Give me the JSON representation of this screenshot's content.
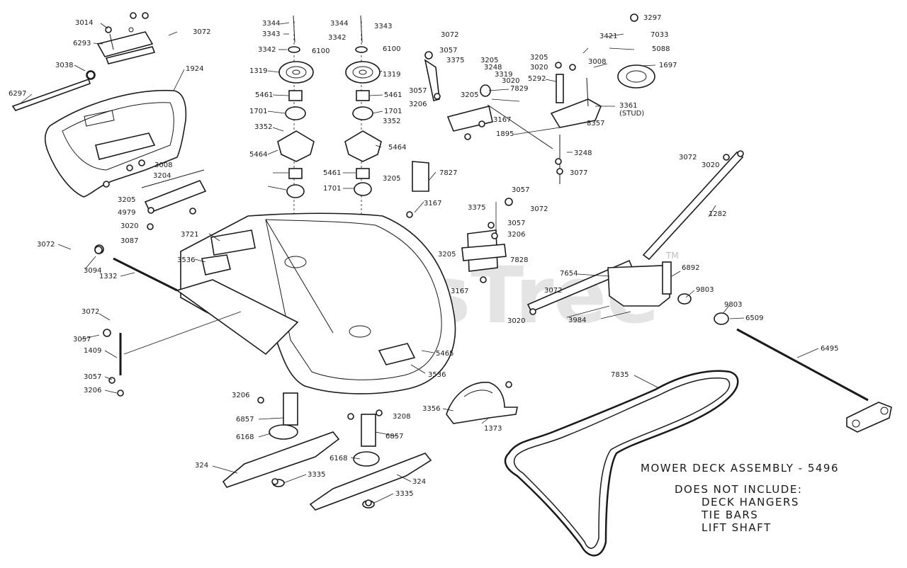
{
  "watermark": {
    "text": "PartsTree",
    "tm": "TM"
  },
  "title": "MOWER DECK ASSEMBLY - 5496",
  "notes": [
    "DOES NOT INCLUDE:",
    "DECK HANGERS",
    "TIE BARS",
    "LIFT SHAFT"
  ],
  "labels": [
    "3014",
    "6293",
    "3072",
    "3038",
    "6297",
    "1924",
    "3008",
    "3204",
    "3205",
    "4979",
    "3020",
    "3087",
    "3344",
    "3343",
    "3342",
    "6100",
    "1319",
    "5461",
    "1701",
    "3352",
    "5464",
    "3344",
    "3343",
    "3342",
    "6100",
    "1319",
    "5461",
    "1701",
    "3352",
    "5464",
    "5461",
    "1701",
    "3072",
    "3057",
    "3375",
    "3205",
    "3248",
    "3319",
    "3020",
    "7829",
    "3057",
    "3206",
    "3205",
    "3167",
    "3297",
    "7033",
    "5088",
    "1697",
    "3421",
    "3205",
    "3020",
    "3008",
    "5292",
    "3361",
    "(STUD)",
    "8357",
    "1895",
    "3248",
    "3077",
    "7827",
    "3205",
    "3167",
    "3721",
    "3536",
    "3072",
    "3094",
    "1332",
    "3072",
    "3057",
    "1409",
    "3057",
    "3206",
    "3057",
    "3375",
    "3072",
    "3057",
    "3206",
    "3205",
    "7828",
    "3167",
    "5465",
    "3536",
    "3072",
    "3020",
    "1282",
    "6892",
    "7654",
    "9803",
    "3072",
    "3020",
    "3984",
    "9803",
    "6509",
    "6495",
    "3206",
    "6857",
    "6168",
    "324",
    "3335",
    "3208",
    "6857",
    "6168",
    "324",
    "3335",
    "3356",
    "1373",
    "7835"
  ]
}
